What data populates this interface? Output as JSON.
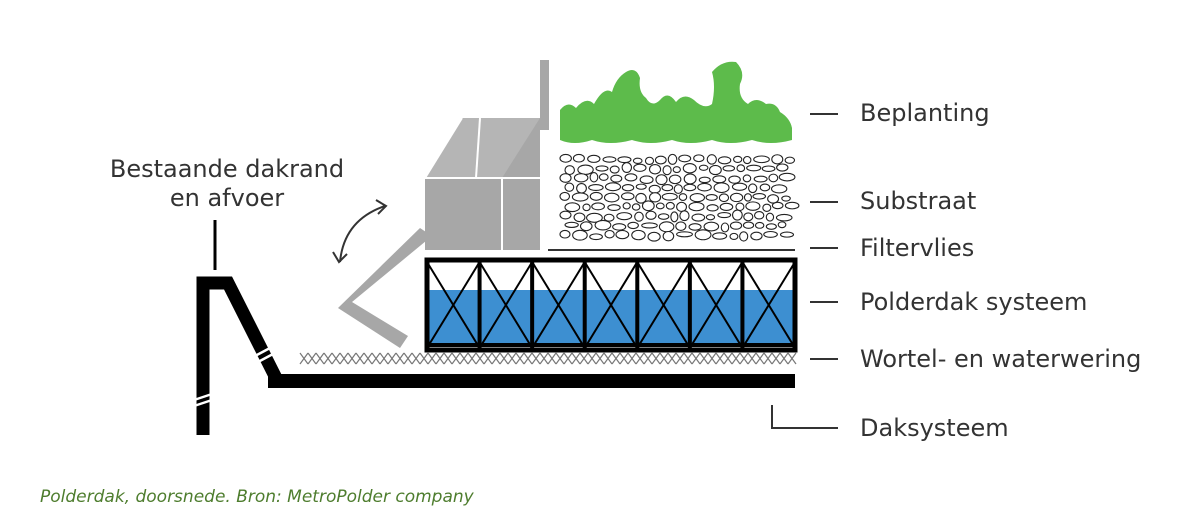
{
  "diagram": {
    "edge_label_line1": "Bestaande dakrand",
    "edge_label_line2": "en afvoer",
    "layers": {
      "beplanting": "Beplanting",
      "substraat": "Substraat",
      "filtervlies": "Filtervlies",
      "polderdak": "Polderdak systeem",
      "wortelwering": "Wortel- en waterwering",
      "daksysteem": "Daksysteem"
    }
  },
  "caption": "Polderdak, doorsnede. Bron: MetroPolder company",
  "colors": {
    "plant_green": "#5DBB4B",
    "water_blue": "#3D8FD1",
    "box_grey": "#A7A7A7",
    "caption_green": "#4E7D2E",
    "structure_black": "#000000"
  }
}
